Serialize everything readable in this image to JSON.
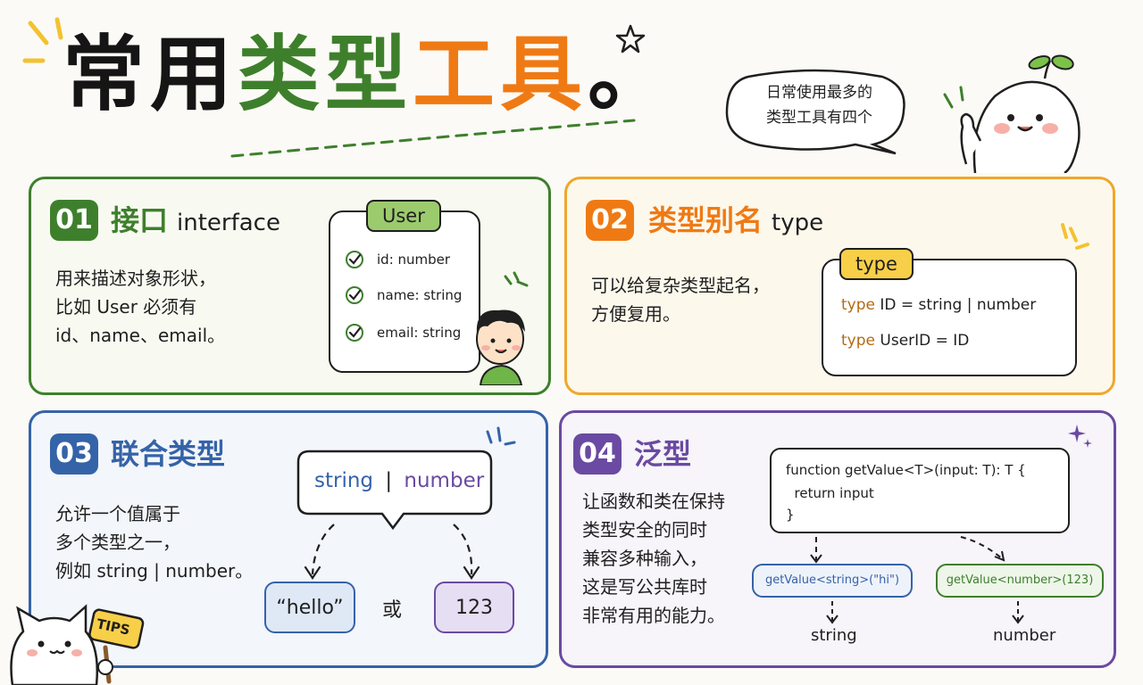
{
  "header": {
    "title": [
      "常用",
      "类型",
      "工具",
      "。"
    ],
    "bubble_lines": [
      "日常使用最多的",
      "类型工具有四个"
    ]
  },
  "colors": {
    "green": "#3e7f2c",
    "orange": "#ef7a14",
    "blue": "#3563a8",
    "purple": "#6a4aa2"
  },
  "cards": [
    {
      "number": "01",
      "title": "接口",
      "title_en": "interface",
      "desc": [
        "用来描述对象形状，",
        "比如 User 必须有",
        "id、name、email。"
      ],
      "box_tag": "User",
      "props": [
        "id: number",
        "name: string",
        "email: string"
      ]
    },
    {
      "number": "02",
      "title": "类型别名",
      "title_en": "type",
      "desc": [
        "可以给复杂类型起名，",
        "方便复用。"
      ],
      "box_tag": "type",
      "code": [
        {
          "kw": "type",
          "rest": " ID = string | number"
        },
        {
          "kw": "type",
          "rest": " UserID = ID"
        }
      ]
    },
    {
      "number": "03",
      "title": "联合类型",
      "desc": [
        "允许一个值属于",
        "多个类型之一，",
        "例如 string | number。"
      ],
      "union": {
        "left": "string",
        "sep": "|",
        "right": "number"
      },
      "examples": [
        "“hello”",
        "123"
      ],
      "or_text": "或"
    },
    {
      "number": "04",
      "title": "泛型",
      "desc": [
        "让函数和类在保持",
        "类型安全的同时",
        "兼容多种输入，",
        "这是写公共库时",
        "非常有用的能力。"
      ],
      "code_lines": [
        "function getValue<T>(input: T): T {",
        "  return input",
        "}"
      ],
      "calls": [
        "getValue<string>(\"hi\")",
        "getValue<number>(123)"
      ],
      "results": [
        "string",
        "number"
      ]
    }
  ],
  "mascots": {
    "cat_sign": "TIPS"
  }
}
